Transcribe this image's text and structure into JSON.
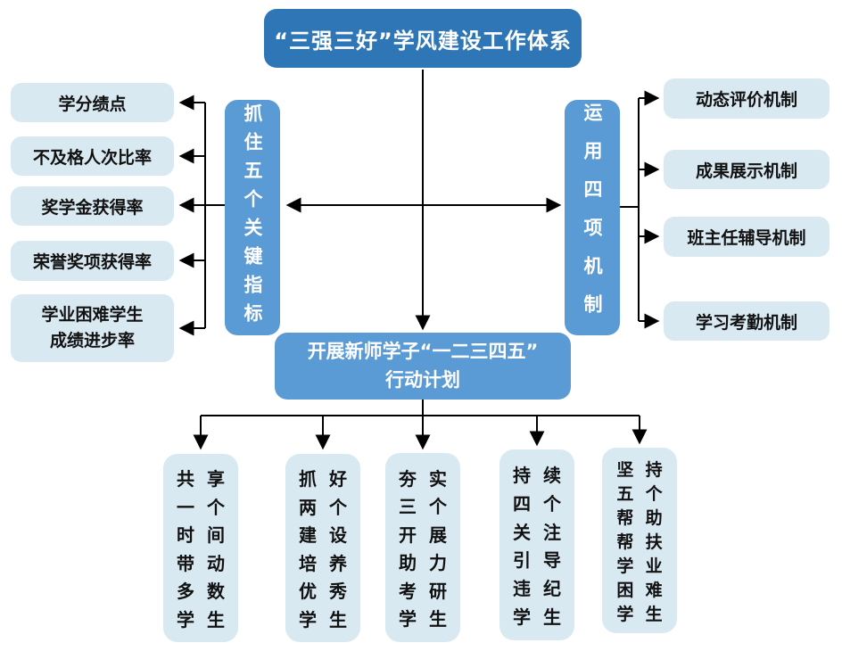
{
  "title": {
    "text": "“三强三好”学风建设工作体系"
  },
  "plan": {
    "line1": "开展新师学子“一二三四五”",
    "line2": "行动计划"
  },
  "left": {
    "hub": "抓住五个关键指标",
    "items": [
      {
        "label": "学分绩点"
      },
      {
        "label": "不及格人次比率"
      },
      {
        "label": "奖学金获得率"
      },
      {
        "label": "荣誉奖项获得率"
      },
      {
        "line1": "学业困难学生",
        "line2": "成绩进步率"
      }
    ]
  },
  "right": {
    "hub": "运用四项机制",
    "items": [
      {
        "label": "动态评价机制"
      },
      {
        "label": "成果展示机制"
      },
      {
        "label": "班主任辅导机制"
      },
      {
        "label": "学习考勤机制"
      }
    ]
  },
  "actions": [
    {
      "rows": [
        "共享",
        "一个",
        "时间",
        "带动",
        "多数",
        "学生"
      ]
    },
    {
      "rows": [
        "抓好",
        "两个",
        "建设",
        "培养",
        "优秀",
        "学生"
      ]
    },
    {
      "rows": [
        "夯实",
        "三个",
        "开展",
        "助力",
        "考研",
        "学生"
      ]
    },
    {
      "rows": [
        "持续",
        "四个",
        "关注",
        "引导",
        "违纪",
        "学生"
      ]
    },
    {
      "rows": [
        "坚持",
        "五个",
        "帮助",
        "帮扶",
        "学业",
        "困难",
        "学生"
      ]
    }
  ],
  "colors": {
    "dark_blue": "#2F76B6",
    "medium_blue": "#5B9BD5",
    "light_blue": "#D9E9F2",
    "arrow": "#000000"
  }
}
